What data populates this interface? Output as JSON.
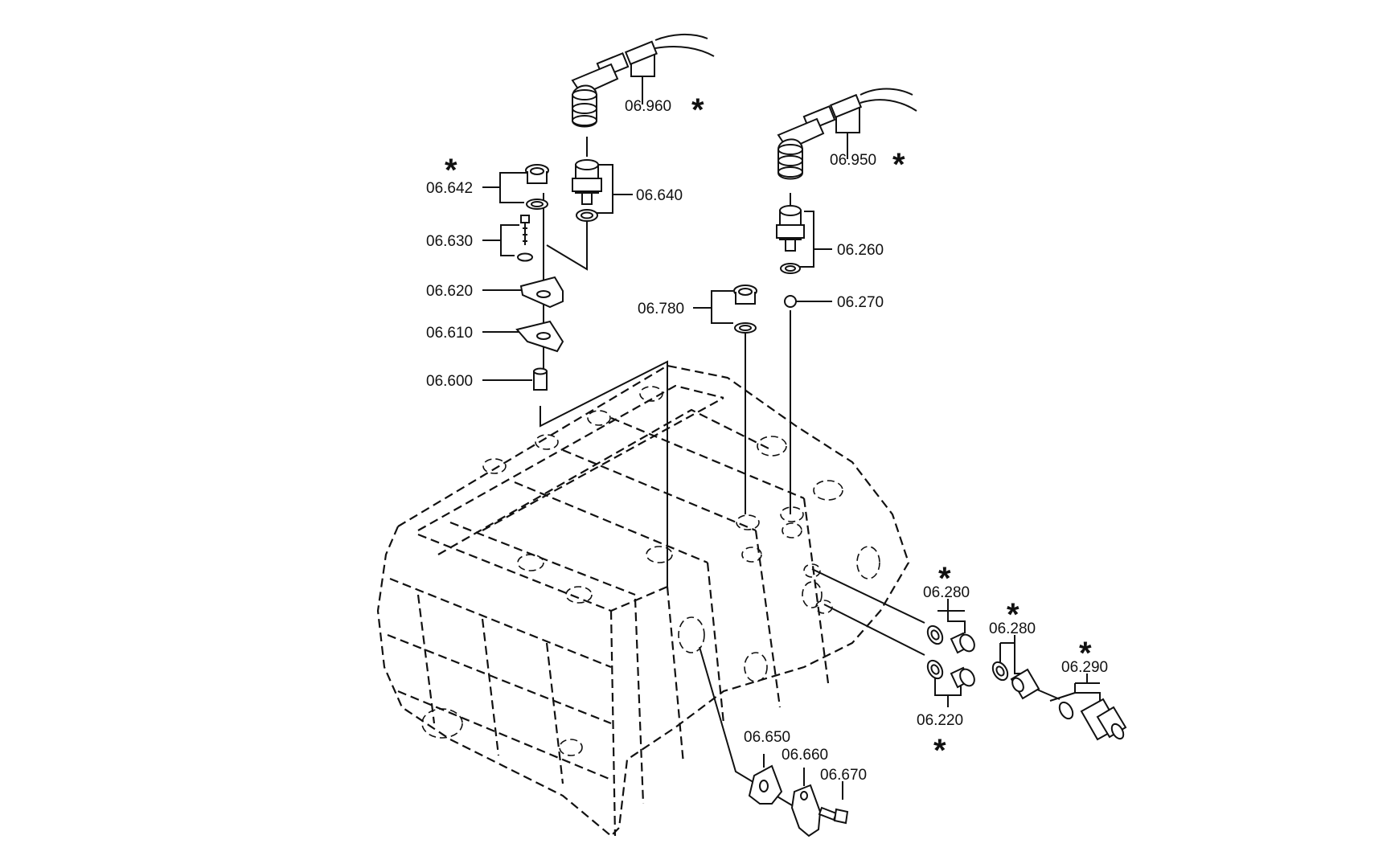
{
  "labels": {
    "p06960": "06.960",
    "p06950": "06.950",
    "p06642": "06.642",
    "p06640": "06.640",
    "p06630": "06.630",
    "p06620": "06.620",
    "p06610": "06.610",
    "p06600": "06.600",
    "p06260": "06.260",
    "p06270": "06.270",
    "p06780": "06.780",
    "p06280a": "06.280",
    "p06280b": "06.280",
    "p06290": "06.290",
    "p06220": "06.220",
    "p06650": "06.650",
    "p06660": "06.660",
    "p06670": "06.670"
  },
  "markers": {
    "asterisk": "*"
  },
  "colors": {
    "line": "#111111",
    "background": "#ffffff"
  }
}
